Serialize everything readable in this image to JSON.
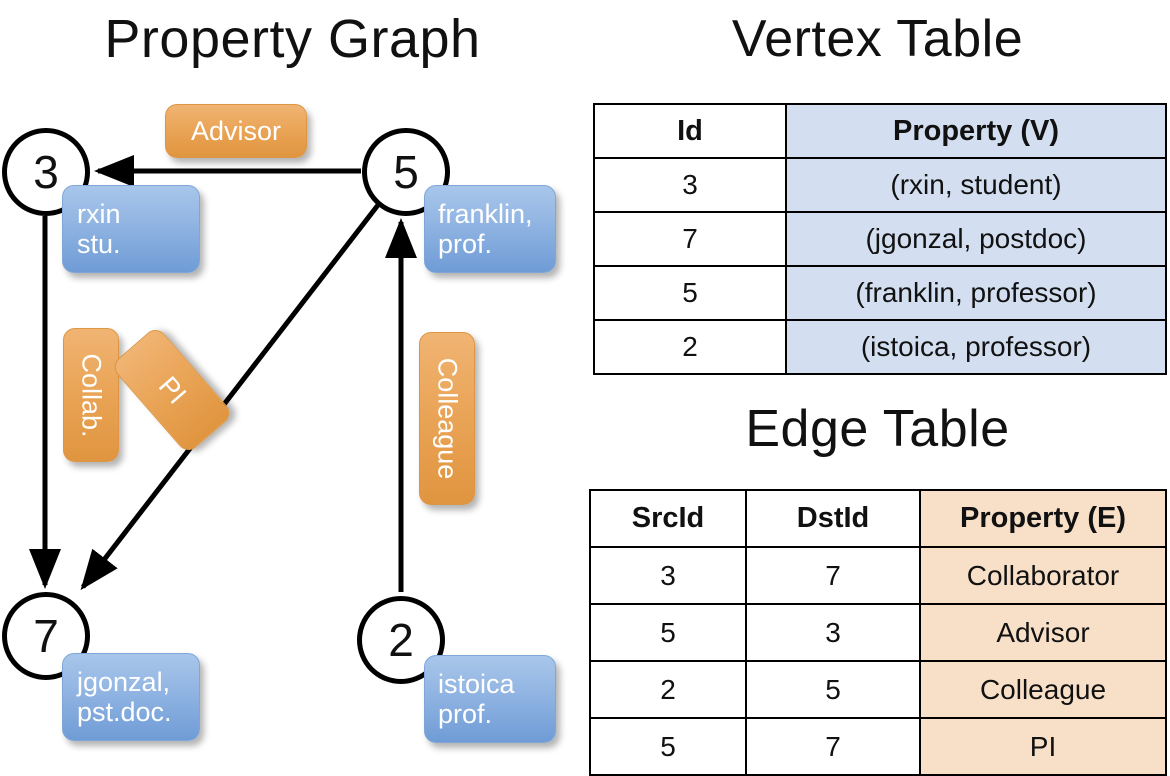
{
  "titles": {
    "property_graph": "Property Graph",
    "vertex_table": "Vertex Table",
    "edge_table": "Edge Table"
  },
  "graph": {
    "nodes": [
      {
        "id": "3",
        "label": "3",
        "property_line1": "rxin",
        "property_line2": "stu."
      },
      {
        "id": "5",
        "label": "5",
        "property_line1": "franklin,",
        "property_line2": "prof."
      },
      {
        "id": "7",
        "label": "7",
        "property_line1": "jgonzal,",
        "property_line2": "pst.doc."
      },
      {
        "id": "2",
        "label": "2",
        "property_line1": "istoica",
        "property_line2": "prof."
      }
    ],
    "edge_labels": {
      "advisor": "Advisor",
      "collab": "Collab.",
      "pi": "PI",
      "colleague": "Colleague"
    },
    "edges": [
      {
        "src": "5",
        "dst": "3",
        "label": "Advisor"
      },
      {
        "src": "3",
        "dst": "7",
        "label": "Collab."
      },
      {
        "src": "5",
        "dst": "7",
        "label": "PI"
      },
      {
        "src": "2",
        "dst": "5",
        "label": "Colleague"
      }
    ]
  },
  "vertex_table": {
    "headers": [
      "Id",
      "Property (V)"
    ],
    "rows": [
      {
        "id": "3",
        "property": "(rxin, student)"
      },
      {
        "id": "7",
        "property": "(jgonzal, postdoc)"
      },
      {
        "id": "5",
        "property": "(franklin, professor)"
      },
      {
        "id": "2",
        "property": "(istoica, professor)"
      }
    ]
  },
  "edge_table": {
    "headers": [
      "SrcId",
      "DstId",
      "Property (E)"
    ],
    "rows": [
      {
        "src": "3",
        "dst": "7",
        "property": "Collaborator"
      },
      {
        "src": "5",
        "dst": "3",
        "property": "Advisor"
      },
      {
        "src": "2",
        "dst": "5",
        "property": "Colleague"
      },
      {
        "src": "5",
        "dst": "7",
        "property": "PI"
      }
    ]
  },
  "colors": {
    "vertex_box": "#93b6e3",
    "edge_box": "#eaa558",
    "vertex_cell": "#d3dff0",
    "edge_cell": "#f8e0c8",
    "stroke": "#000000",
    "background": "#ffffff"
  }
}
